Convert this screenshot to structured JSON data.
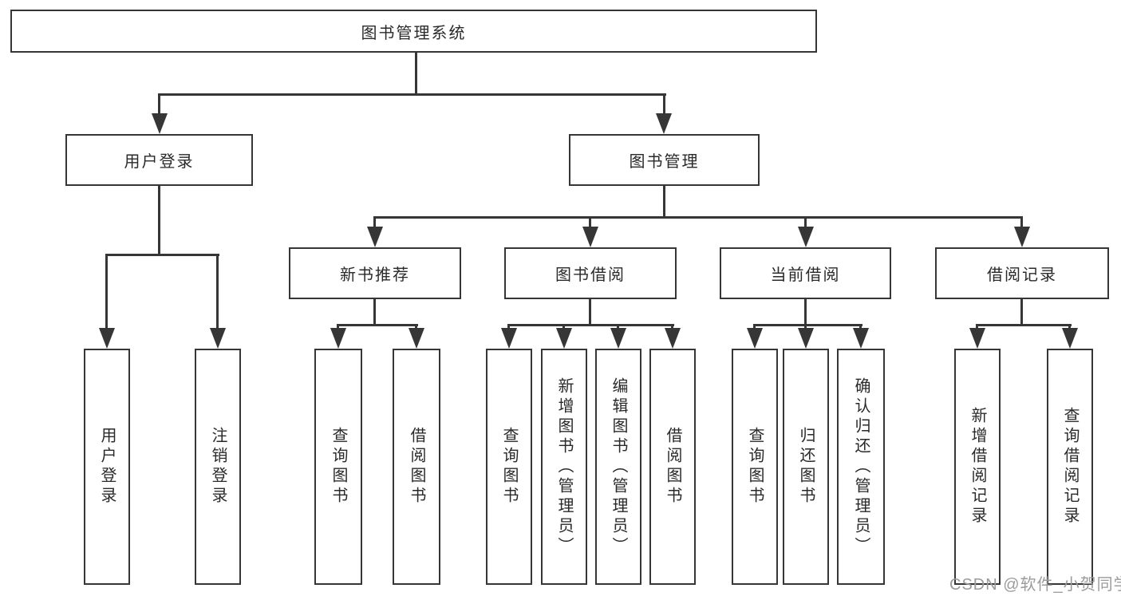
{
  "tree": {
    "label": "图书管理系统",
    "children": [
      {
        "label": "用户登录",
        "children": [
          {
            "label": "用户登录"
          },
          {
            "label": "注销登录"
          }
        ]
      },
      {
        "label": "图书管理",
        "children": [
          {
            "label": "新书推荐",
            "children": [
              {
                "label": "查询图书"
              },
              {
                "label": "借阅图书"
              }
            ]
          },
          {
            "label": "图书借阅",
            "children": [
              {
                "label": "查询图书"
              },
              {
                "label": "新增图书（管理员）"
              },
              {
                "label": "编辑图书（管理员）"
              },
              {
                "label": "借阅图书"
              }
            ]
          },
          {
            "label": "当前借阅",
            "children": [
              {
                "label": "查询图书"
              },
              {
                "label": "归还图书"
              },
              {
                "label": "确认归还（管理员）"
              }
            ]
          },
          {
            "label": "借阅记录",
            "children": [
              {
                "label": "新增借阅记录"
              },
              {
                "label": "查询借阅记录"
              }
            ]
          }
        ]
      }
    ]
  },
  "watermark": {
    "text": "CSDN @软件_小贺同学"
  },
  "colors": {
    "line": "#363636",
    "text": "#2a2a2a",
    "watermark": "#9b9b9b",
    "background": "#ffffff"
  }
}
